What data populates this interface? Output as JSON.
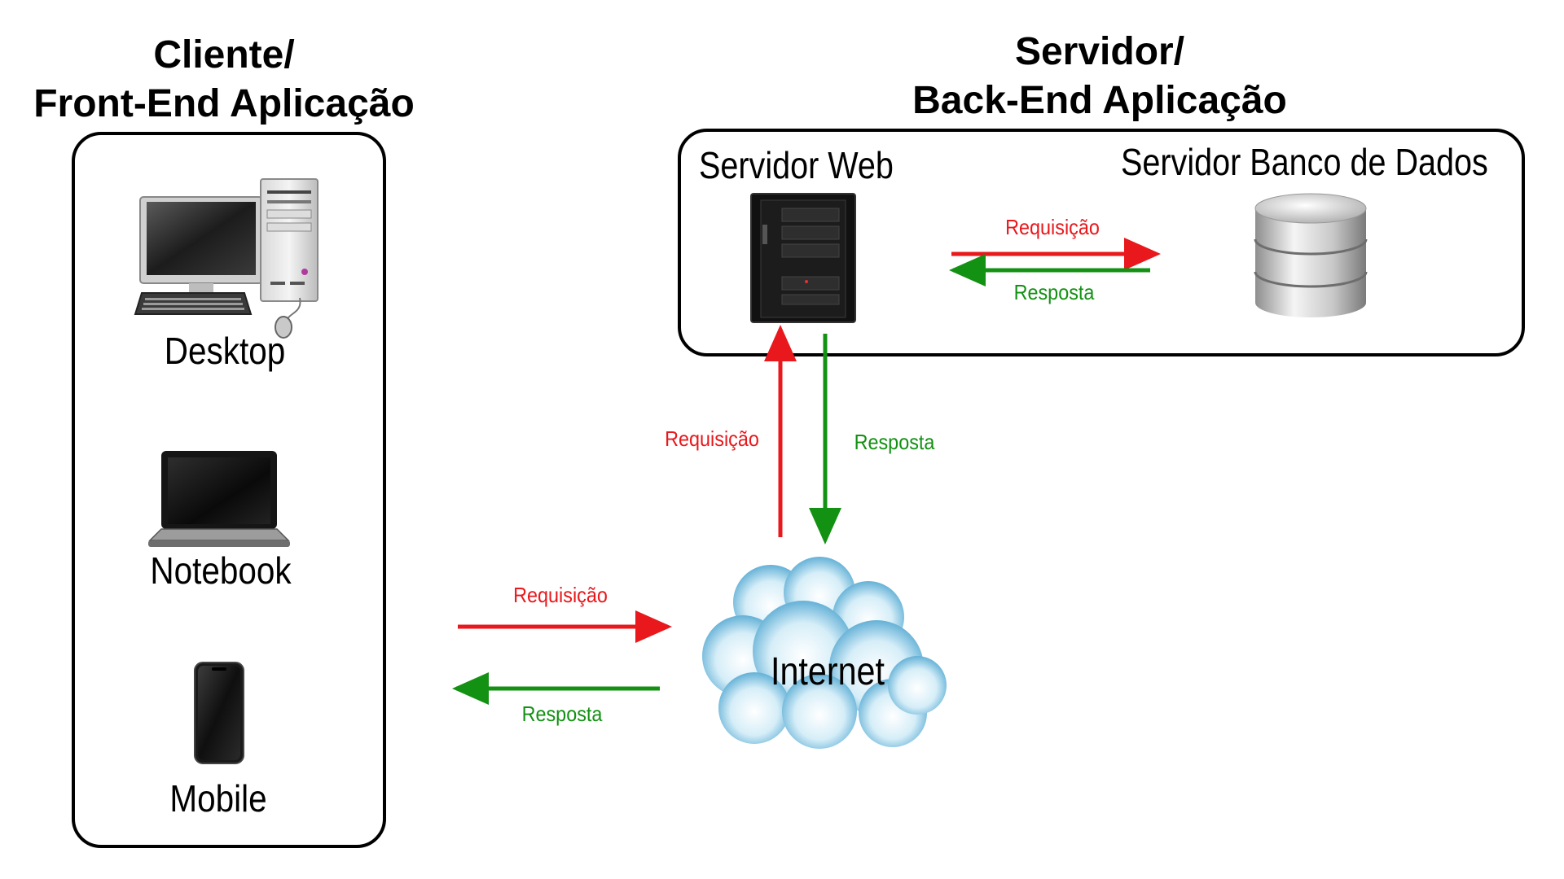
{
  "client": {
    "heading_line1": "Cliente/",
    "heading_line2": "Front-End Aplicação",
    "devices": [
      {
        "label": "Desktop",
        "icon": "desktop-computer-icon"
      },
      {
        "label": "Notebook",
        "icon": "laptop-icon"
      },
      {
        "label": "Mobile",
        "icon": "smartphone-icon"
      }
    ]
  },
  "server": {
    "heading_line1": "Servidor/",
    "heading_line2": "Back-End Aplicação",
    "web_server_label": "Servidor Web",
    "db_server_label": "Servidor Banco de Dados",
    "internal_request": "Requisição",
    "internal_response": "Resposta"
  },
  "internet": {
    "label": "Internet",
    "icon": "cloud-icon",
    "to_server_request": "Requisição",
    "from_server_response": "Resposta",
    "from_client_request": "Requisição",
    "to_client_response": "Resposta"
  },
  "colors": {
    "request": "#e8181c",
    "response": "#139113"
  }
}
